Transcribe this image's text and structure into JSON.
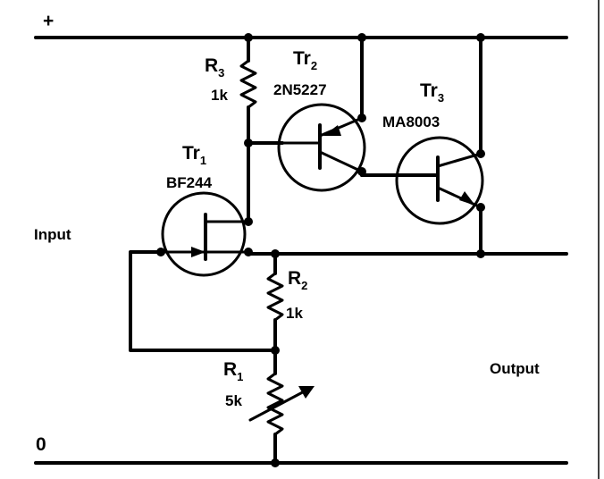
{
  "rails": {
    "positive": "+",
    "ground": "0"
  },
  "ports": {
    "input": "Input",
    "output": "Output"
  },
  "transistors": [
    {
      "ref": "Tr",
      "index": "1",
      "part": "BF244"
    },
    {
      "ref": "Tr",
      "index": "2",
      "part": "2N5227"
    },
    {
      "ref": "Tr",
      "index": "3",
      "part": "MA8003"
    }
  ],
  "resistors": [
    {
      "ref": "R",
      "index": "1",
      "value": "5k"
    },
    {
      "ref": "R",
      "index": "2",
      "value": "1k"
    },
    {
      "ref": "R",
      "index": "3",
      "value": "1k"
    }
  ]
}
